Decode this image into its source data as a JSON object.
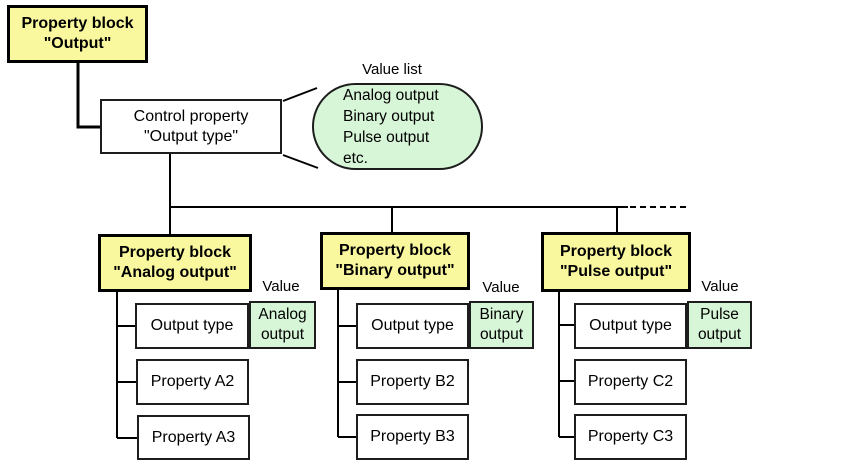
{
  "colors": {
    "block_fill": "#faf89e",
    "value_fill": "#d7f5d7",
    "line": "#000000",
    "background": "#ffffff"
  },
  "root_block": {
    "line1": "Property block",
    "line2": "\"Output\""
  },
  "control_property": {
    "line1": "Control property",
    "line2": "\"Output type\""
  },
  "value_list": {
    "label": "Value list",
    "items": [
      "Analog output",
      "Binary output",
      "Pulse output",
      "etc."
    ]
  },
  "columns": [
    {
      "block_line1": "Property block",
      "block_line2": "\"Analog output\"",
      "value_label": "Value",
      "output_type": {
        "label": "Output type",
        "value_line1": "Analog",
        "value_line2": "output"
      },
      "properties": [
        "Property A2",
        "Property A3"
      ]
    },
    {
      "block_line1": "Property block",
      "block_line2": "\"Binary output\"",
      "value_label": "Value",
      "output_type": {
        "label": "Output type",
        "value_line1": "Binary",
        "value_line2": "output"
      },
      "properties": [
        "Property B2",
        "Property B3"
      ]
    },
    {
      "block_line1": "Property block",
      "block_line2": "\"Pulse output\"",
      "value_label": "Value",
      "output_type": {
        "label": "Output type",
        "value_line1": "Pulse",
        "value_line2": "output"
      },
      "properties": [
        "Property C2",
        "Property C3"
      ]
    }
  ]
}
